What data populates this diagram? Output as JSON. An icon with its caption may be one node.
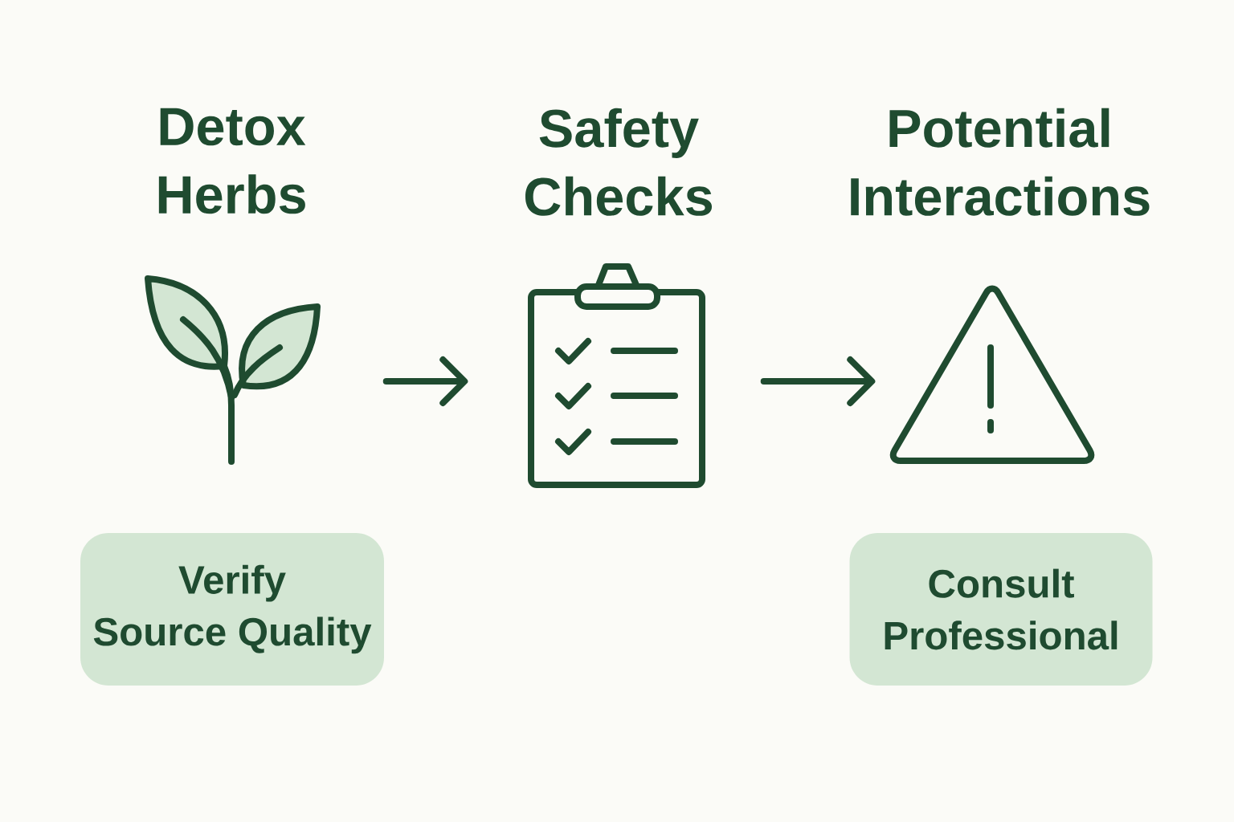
{
  "diagram": {
    "nodes": [
      {
        "text": [],
        "shape": "picture",
        "beside": [
          "Detox Herbs"
        ]
      },
      {
        "text": [],
        "shape": "picture",
        "beside": [
          "Safety Checks"
        ]
      },
      {
        "text": [],
        "shape": "picture",
        "beside": [
          "Potential Interactions"
        ]
      },
      {
        "text": [
          "Verify Source Quality"
        ]
      },
      {
        "text": [
          "Consult Professional"
        ]
      }
    ],
    "edges": [
      {
        "from": 0,
        "to": 1,
        "arrow": "to"
      },
      {
        "from": 1,
        "to": 2,
        "arrow": "to"
      }
    ]
  }
}
